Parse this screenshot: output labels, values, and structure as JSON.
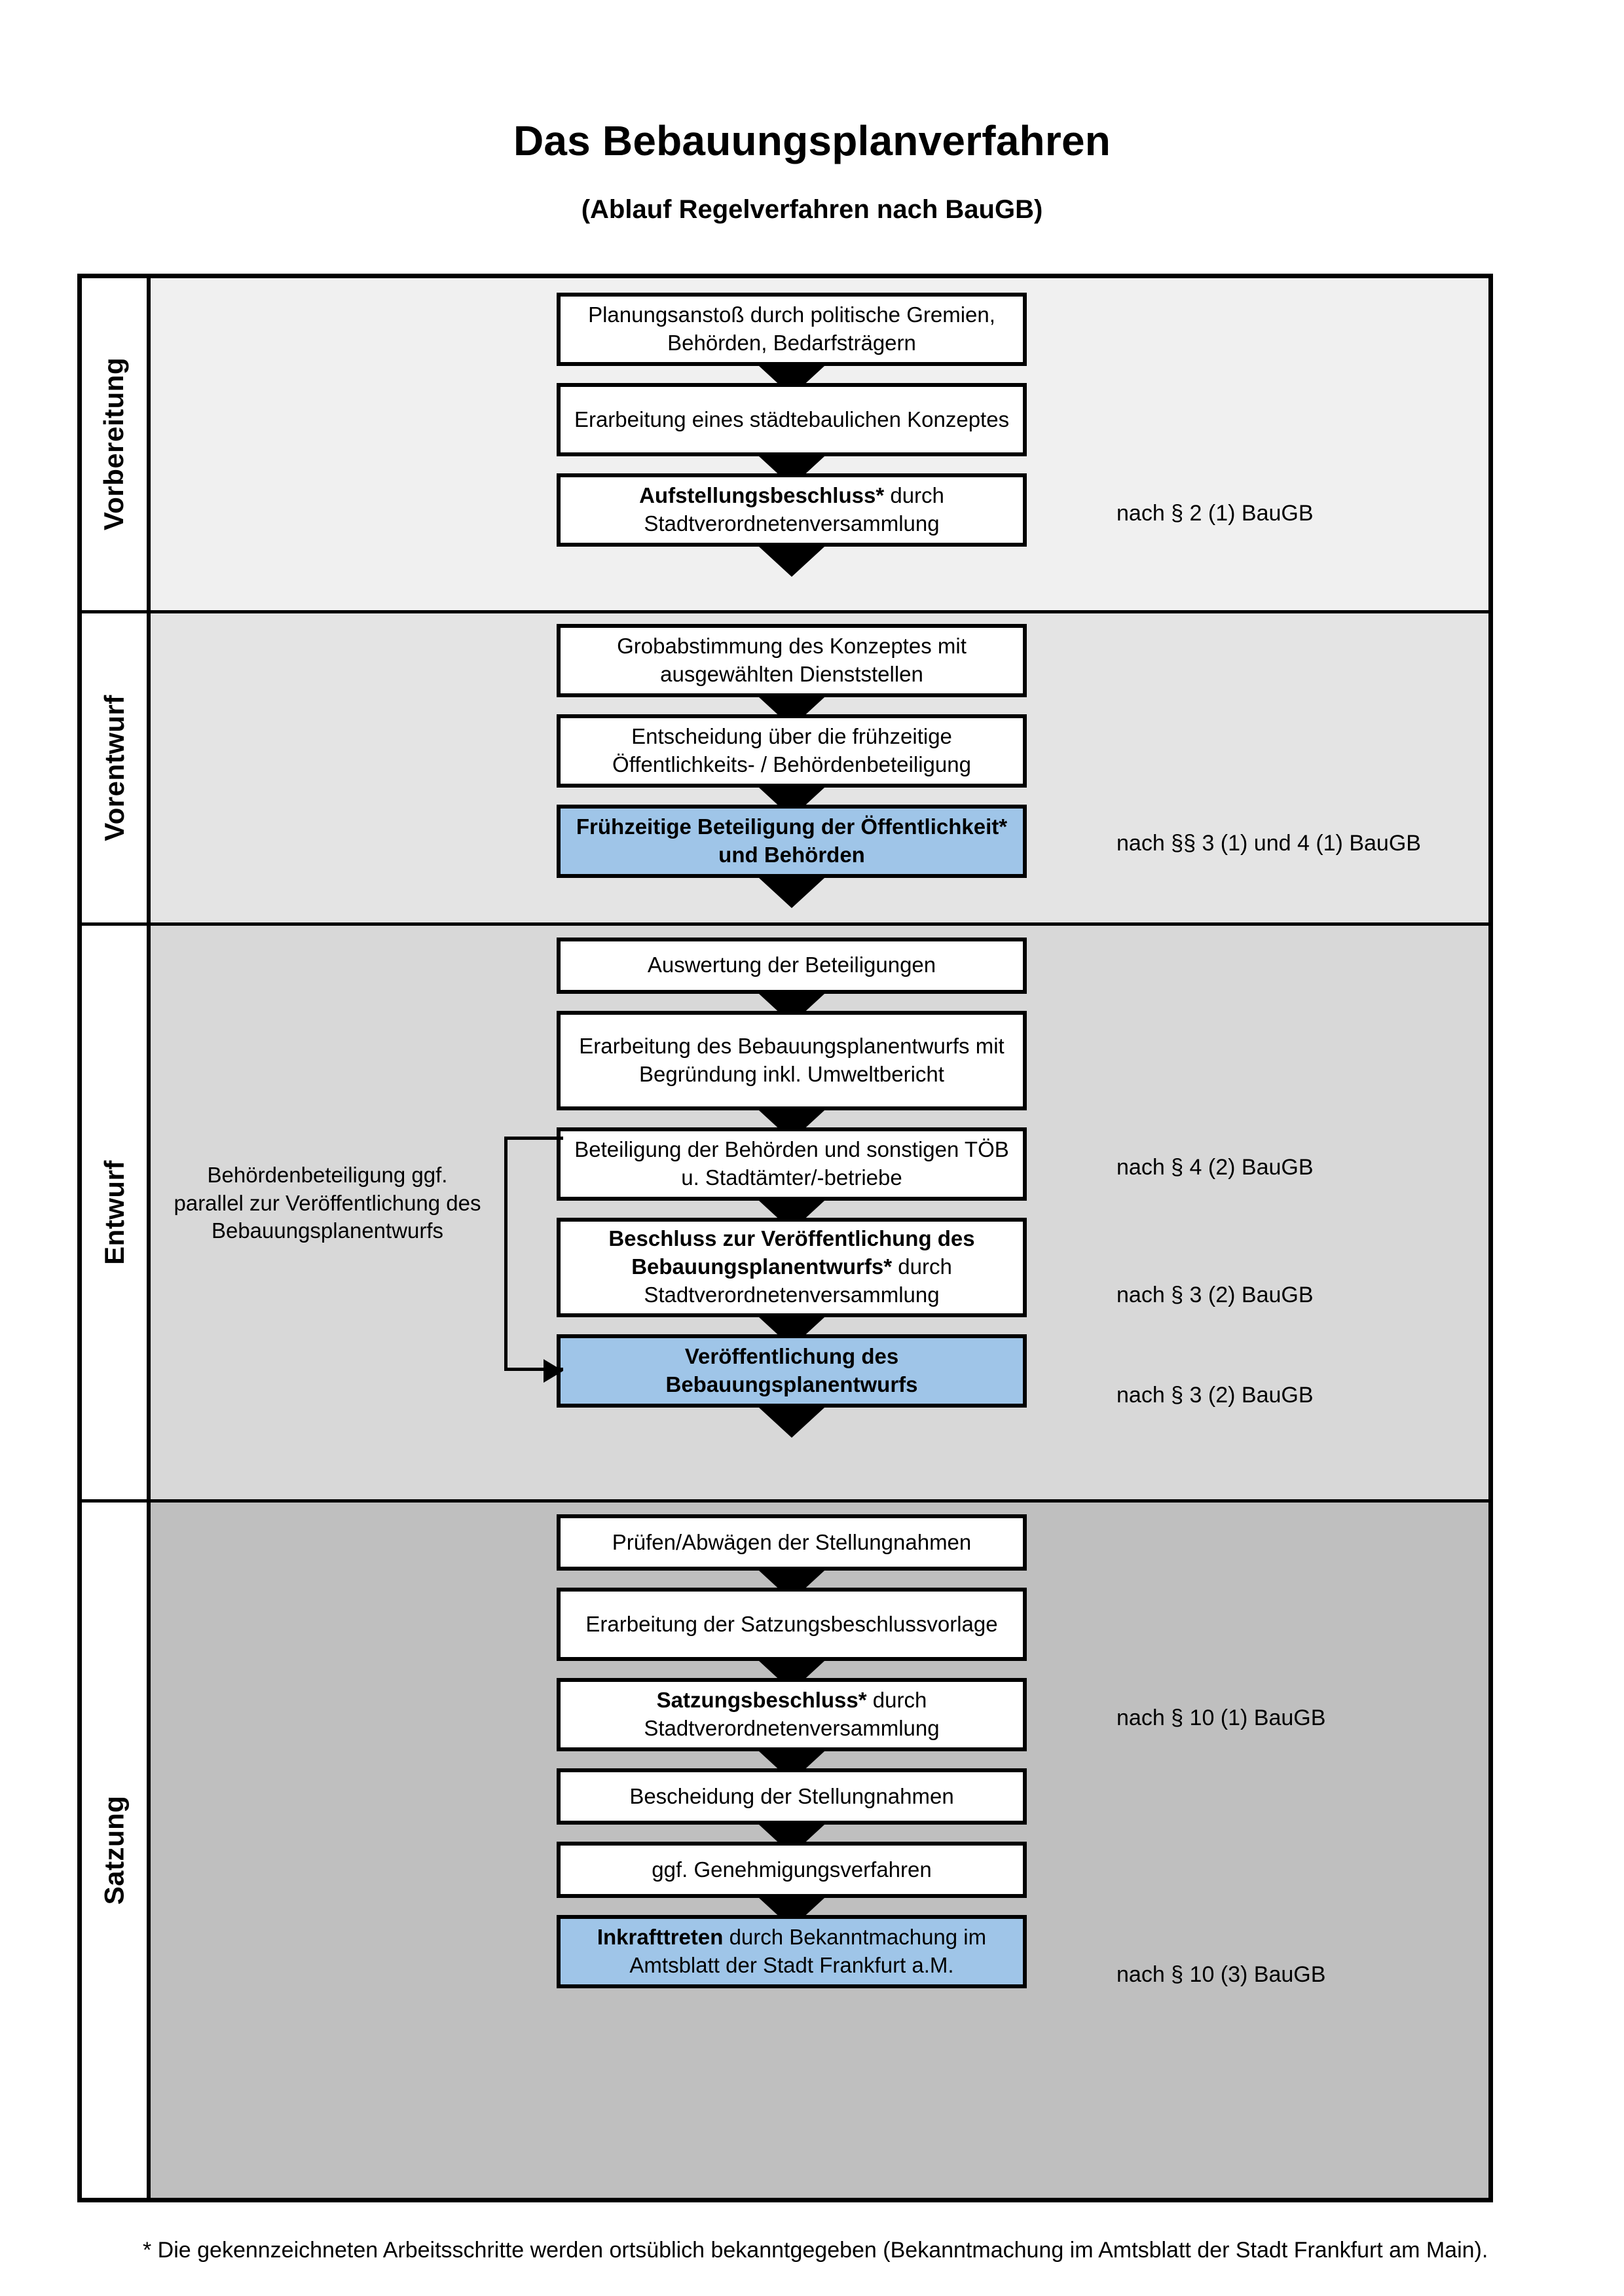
{
  "header": {
    "title": "Das Bebauungsplanverfahren",
    "subtitle": "(Ablauf Regelverfahren nach BauGB)"
  },
  "colors": {
    "highlight_blue": "#9FC5E8",
    "band_vorbereitung": "#F0F0F0",
    "band_vorentwurf": "#E4E4E4",
    "band_entwurf": "#D8D8D8",
    "band_satzung": "#BFBFBF",
    "outline": "#000000"
  },
  "phases": [
    {
      "id": "vorbereitung",
      "label": "Vorbereitung",
      "steps": [
        {
          "id": "planungsanstoss",
          "text": "Planungsanstoß durch politische Gremien, Behörden, Bedarfsträgern",
          "bold_prefix": "",
          "highlight": false
        },
        {
          "id": "staedtebauliches-konzept",
          "text": "Erarbeitung eines städtebaulichen Konzeptes",
          "bold_prefix": "",
          "highlight": false
        },
        {
          "id": "aufstellungsbeschluss",
          "text": " durch Stadtverordnetenversammlung",
          "bold_prefix": "Aufstellungsbeschluss*",
          "highlight": false
        }
      ],
      "references": [
        {
          "id": "ref-par2-1",
          "text": "nach § 2 (1) BauGB"
        }
      ]
    },
    {
      "id": "vorentwurf",
      "label": "Vorentwurf",
      "steps": [
        {
          "id": "grobabstimmung",
          "text": "Grobabstimmung des Konzeptes mit ausgewählten Dienststellen",
          "bold_prefix": "",
          "highlight": false
        },
        {
          "id": "entscheidung-fruehzeitig",
          "text": "Entscheidung über die frühzeitige Öffentlichkeits- / Behördenbeteiligung",
          "bold_prefix": "",
          "highlight": false
        },
        {
          "id": "fruehzeitige-beteiligung",
          "text": "",
          "bold_prefix": "Frühzeitige Beteiligung der Öffentlichkeit* und Behörden",
          "highlight": true
        }
      ],
      "references": [
        {
          "id": "ref-par3-1-4-1",
          "text": "nach §§ 3 (1) und 4 (1) BauGB"
        }
      ]
    },
    {
      "id": "entwurf",
      "label": "Entwurf",
      "side_note": "Behördenbeteiligung ggf. parallel zur Veröffentlichung des Bebauungsplanentwurfs",
      "steps": [
        {
          "id": "auswertung-beteiligungen",
          "text": "Auswertung der Beteiligungen",
          "bold_prefix": "",
          "highlight": false
        },
        {
          "id": "erarbeitung-entwurf",
          "text": "Erarbeitung des Bebauungsplanentwurfs mit Begründung inkl. Umweltbericht",
          "bold_prefix": "",
          "highlight": false
        },
        {
          "id": "beteiligung-behoerden",
          "text": "Beteiligung der Behörden und sonstigen TÖB u. Stadtämter/-betriebe",
          "bold_prefix": "",
          "highlight": false
        },
        {
          "id": "beschluss-veroeffentlichung",
          "text": " durch Stadtverordnetenversammlung",
          "bold_prefix": "Beschluss zur Veröffentlichung des Bebauungsplanentwurfs*",
          "highlight": false
        },
        {
          "id": "veroeffentlichung-entwurf",
          "text": "",
          "bold_prefix": "Veröffentlichung des Bebauungsplanentwurfs",
          "highlight": true
        }
      ],
      "references": [
        {
          "id": "ref-par4-2",
          "text": "nach § 4 (2) BauGB"
        },
        {
          "id": "ref-par3-2-a",
          "text": "nach § 3 (2) BauGB"
        },
        {
          "id": "ref-par3-2-b",
          "text": "nach § 3 (2) BauGB"
        }
      ]
    },
    {
      "id": "satzung",
      "label": "Satzung",
      "steps": [
        {
          "id": "pruefen-abwaegen",
          "text": "Prüfen/Abwägen der Stellungnahmen",
          "bold_prefix": "",
          "highlight": false
        },
        {
          "id": "erarbeitung-satzungsvorlage",
          "text": "Erarbeitung der Satzungsbeschlussvorlage",
          "bold_prefix": "",
          "highlight": false
        },
        {
          "id": "satzungsbeschluss",
          "text": " durch Stadtverordnetenversammlung",
          "bold_prefix": "Satzungsbeschluss*",
          "highlight": false
        },
        {
          "id": "bescheidung-stellungnahmen",
          "text": "Bescheidung der Stellungnahmen",
          "bold_prefix": "",
          "highlight": false
        },
        {
          "id": "genehmigungsverfahren",
          "text": "ggf. Genehmigungsverfahren",
          "bold_prefix": "",
          "highlight": false
        },
        {
          "id": "inkrafttreten",
          "text": " durch Bekanntmachung im Amtsblatt der Stadt Frankfurt a.M.",
          "bold_prefix": "Inkrafttreten",
          "highlight": true
        }
      ],
      "references": [
        {
          "id": "ref-par10-1",
          "text": "nach § 10 (1) BauGB"
        },
        {
          "id": "ref-par10-3",
          "text": "nach § 10 (3) BauGB"
        }
      ]
    }
  ],
  "footnote": "* Die gekennzeichneten Arbeitsschritte werden ortsüblich bekanntgegeben (Bekanntmachung im Amtsblatt  der Stadt Frankfurt am Main)."
}
